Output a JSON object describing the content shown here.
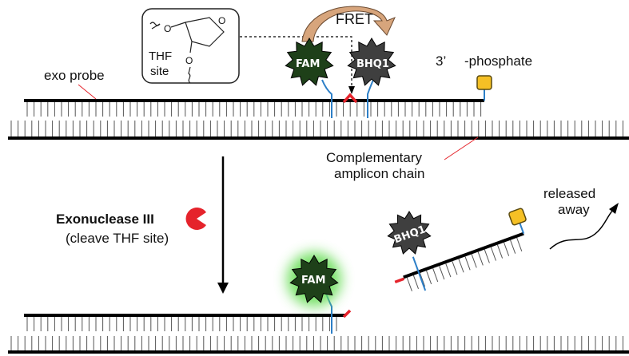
{
  "labels": {
    "fret": "FRET",
    "thf_line1": "THF",
    "thf_line2": "site",
    "structure_o_top": "O",
    "structure_o_ring": "O",
    "structure_o_bottom": "O",
    "exo_probe": "exo probe",
    "phosphate_prime": "3’",
    "phosphate": "-phosphate",
    "complementary_line1": "Complementary",
    "complementary_line2": "amplicon chain",
    "exonuclease": "Exonuclease III",
    "cleave": "(cleave THF site)",
    "released_line1": "released",
    "released_line2": "away"
  },
  "dyes": {
    "fam_top": "FAM",
    "bhq1_top": "BHQ1",
    "fam_bottom": "FAM",
    "bhq1_released": "BHQ1"
  },
  "colors": {
    "fam_fill": "#1e4019",
    "bhq1_fill": "#3f3f3f",
    "glow": "#66dd55",
    "fret_arrow": "#d7a57c",
    "phosphate": "#f5c025",
    "pacman": "#e5232b",
    "thf_red": "#e5232b",
    "linker_blue": "#2d7fc7"
  }
}
